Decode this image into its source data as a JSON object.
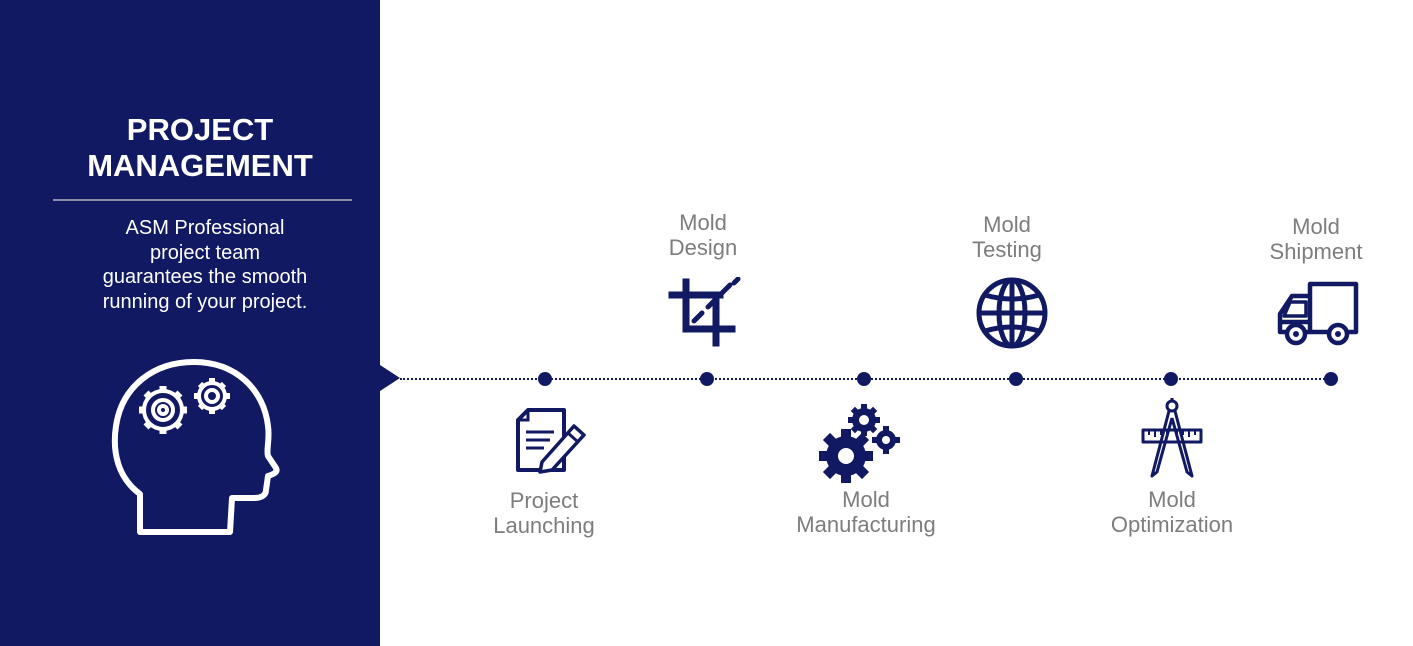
{
  "panel": {
    "title_line1": "PROJECT",
    "title_line2": "MANAGEMENT",
    "description": "ASM Professional project team guarantees the smooth running of your project.",
    "background_color": "#101961",
    "icon": "head-with-gears-icon"
  },
  "accent_color": "#101961",
  "label_color": "#7d7d7d",
  "steps": [
    {
      "line1": "Project",
      "line2": "Launching",
      "icon": "document-pen-icon"
    },
    {
      "line1": "Mold",
      "line2": "Design",
      "icon": "crop-icon"
    },
    {
      "line1": "Mold",
      "line2": "Manufacturing",
      "icon": "gears-icon"
    },
    {
      "line1": "Mold",
      "line2": "Testing",
      "icon": "globe-icon"
    },
    {
      "line1": "Mold",
      "line2": "Optimization",
      "icon": "compass-ruler-icon"
    },
    {
      "line1": "Mold",
      "line2": "Shipment",
      "icon": "truck-icon"
    }
  ]
}
